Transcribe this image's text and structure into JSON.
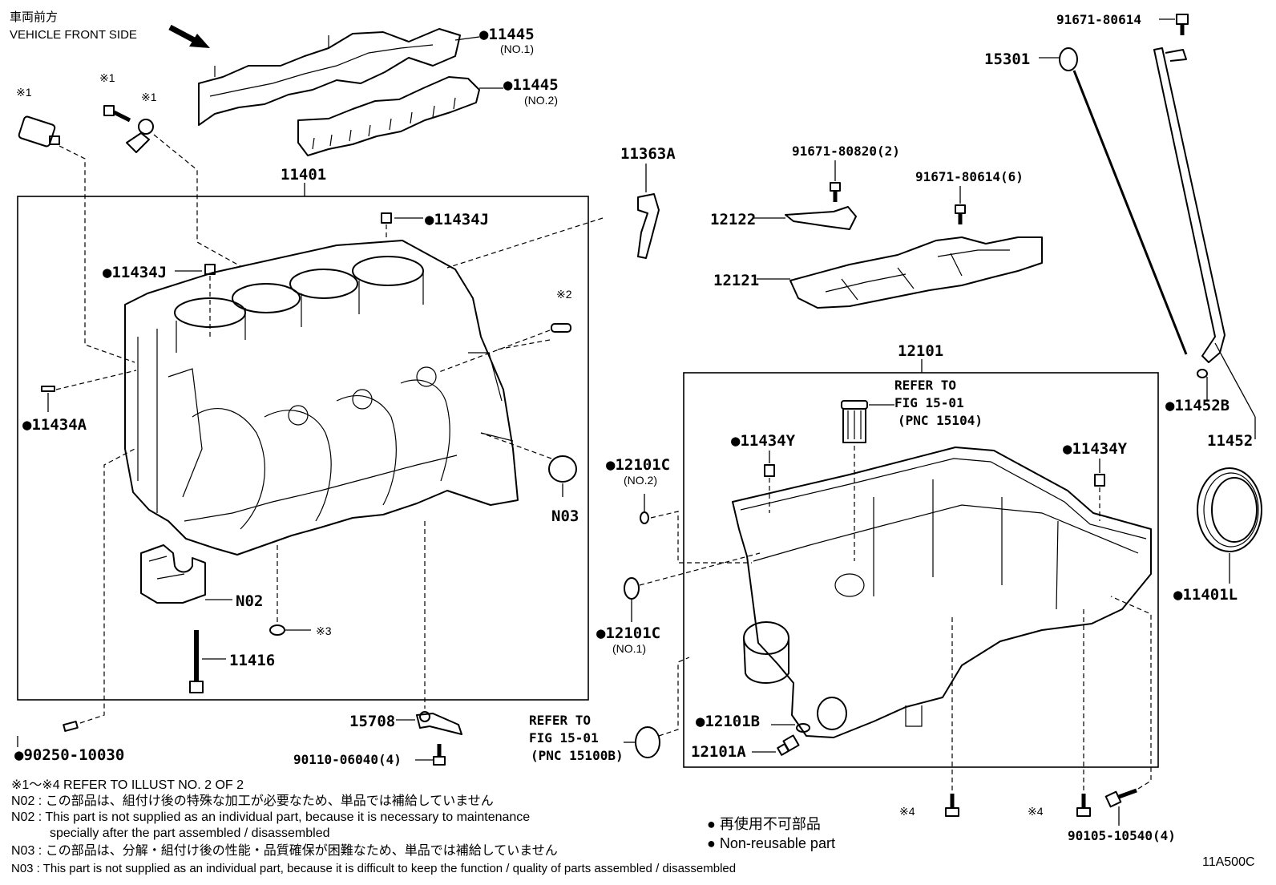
{
  "header": {
    "front_jp": "車両前方",
    "front_en": "VEHICLE FRONT SIDE"
  },
  "labels": {
    "p11445_1": "●11445",
    "p11445_1_sub": "(NO.1)",
    "p11445_2": "●11445",
    "p11445_2_sub": "(NO.2)",
    "ref1_a": "※1",
    "ref1_b": "※1",
    "ref1_c": "※1",
    "p11401": "11401",
    "p11434j_a": "●11434J",
    "p11434j_b": "●11434J",
    "ref2": "※2",
    "p11434a": "●11434A",
    "n03": "N03",
    "n02": "N02",
    "ref3": "※3",
    "p11416": "11416",
    "p90250": "●90250-10030",
    "p15708": "15708",
    "p90110": "90110-06040(4)",
    "p11363a": "11363A",
    "p91671_80820": "91671-80820(2)",
    "p91671_80614_6": "91671-80614(6)",
    "p12122": "12122",
    "p12121": "12121",
    "p91671_80614": "91671-80614",
    "p15301": "15301",
    "p12101": "12101",
    "refer_a1": "REFER TO",
    "refer_a2": "FIG 15-01",
    "refer_a3": "(PNC 15104)",
    "p11434y_a": "●11434Y",
    "p11434y_b": "●11434Y",
    "p12101c_2": "●12101C",
    "p12101c_2_sub": "(NO.2)",
    "p12101c_1": "●12101C",
    "p12101c_1_sub": "(NO.1)",
    "refer_b1": "REFER TO",
    "refer_b2": "FIG 15-01",
    "refer_b3": "(PNC 15100B)",
    "p12101b": "●12101B",
    "p12101a": "12101A",
    "p11452b": "●11452B",
    "p11452": "11452",
    "p11401l": "●11401L",
    "ref4_a": "※4",
    "ref4_b": "※4",
    "p90105": "90105-10540(4)"
  },
  "notes": [
    "※1～※4  REFER TO ILLUST NO. 2 OF 2",
    "N02 : この部品は、組付け後の特殊な加工が必要なため、単品では補給していません",
    "N02 : This part is not supplied as an individual part, because it is necessary to maintenance",
    "specially after the part assembled / disassembled",
    "N03 : この部品は、分解・組付け後の性能・品質確保が困難なため、単品では補給していません",
    "N03 : This part is not supplied as an individual part, because it is difficult to keep the function / quality of parts  assembled / disassembled"
  ],
  "legend": {
    "jp": "● 再使用不可部品",
    "en": "● Non-reusable part"
  },
  "diagram_id": "11A500C"
}
